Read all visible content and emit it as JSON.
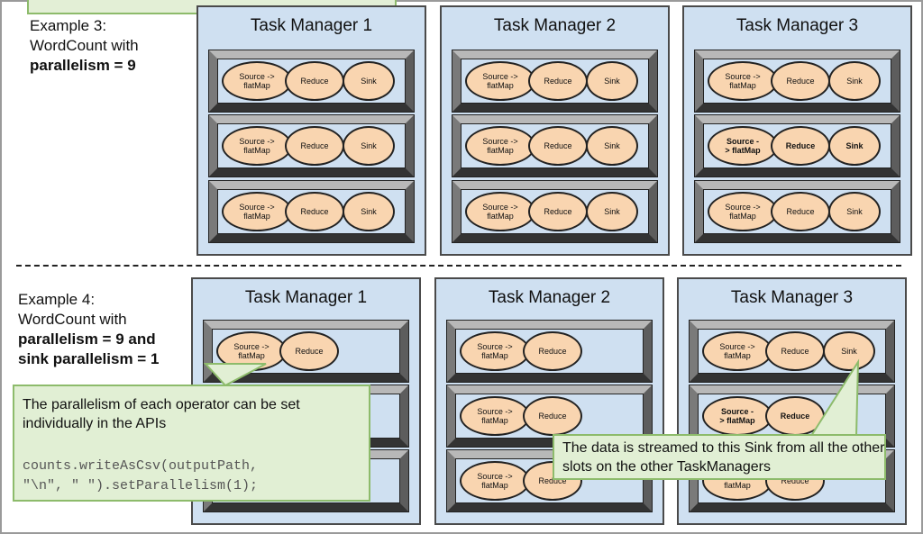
{
  "example3": {
    "line1": "Example 3:",
    "line2": "WordCount with",
    "line3": "parallelism = 9",
    "task_managers": [
      "Task Manager 1",
      "Task Manager 2",
      "Task Manager 3"
    ],
    "op_source": "Source ->\nflatMap",
    "op_source_bold": "Source -\n> flatMap",
    "op_reduce": "Reduce",
    "op_sink": "Sink"
  },
  "example4": {
    "line1": "Example 4:",
    "line2": "WordCount with",
    "line3": "parallelism = 9 and",
    "line4": "sink parallelism = 1",
    "task_managers": [
      "Task Manager 1",
      "Task Manager 2",
      "Task Manager 3"
    ]
  },
  "callout_api": {
    "text": "The parallelism of each operator can be set individually in the APIs",
    "code": "counts.writeAsCsv(outputPath,\n\"\\n\", \" \").setParallelism(1);"
  },
  "callout_sink": {
    "text": "The data is streamed to this Sink from all the other slots on the other TaskManagers"
  },
  "colors": {
    "tm_fill": "#cfe0f1",
    "operator_fill": "#f9d5b0",
    "callout_fill": "#e1efd4",
    "callout_border": "#8dbb6b"
  }
}
